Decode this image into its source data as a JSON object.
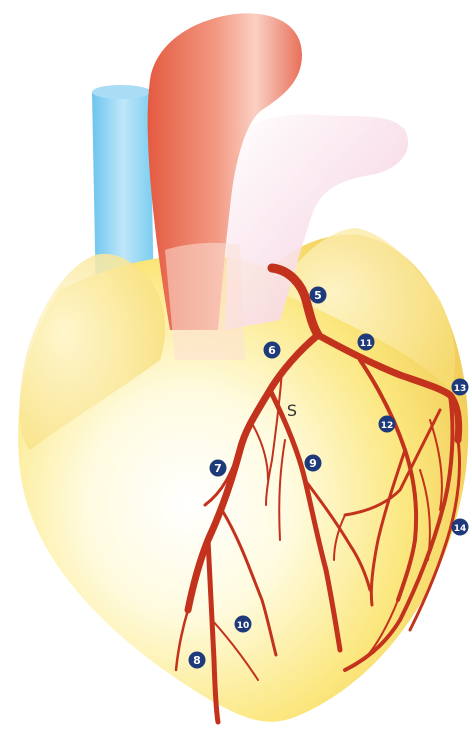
{
  "diagram": {
    "markers": [
      {
        "id": "m5",
        "label": "5"
      },
      {
        "id": "m6",
        "label": "6"
      },
      {
        "id": "m7",
        "label": "7"
      },
      {
        "id": "m8",
        "label": "8"
      },
      {
        "id": "m9",
        "label": "9"
      },
      {
        "id": "m10",
        "label": "10"
      },
      {
        "id": "m11",
        "label": "11"
      },
      {
        "id": "m12",
        "label": "12"
      },
      {
        "id": "m13",
        "label": "13"
      },
      {
        "id": "m14",
        "label": "14"
      }
    ],
    "letter_label": "S"
  },
  "colors": {
    "heart_fill": "#FBE77E",
    "heart_light": "#FFFBE6",
    "aorta": "#E9705A",
    "pulmonary": "#F3C9DD",
    "vena_cava": "#8FD3F2",
    "artery": "#C2321C",
    "marker_fill": "#1F3A7A"
  }
}
